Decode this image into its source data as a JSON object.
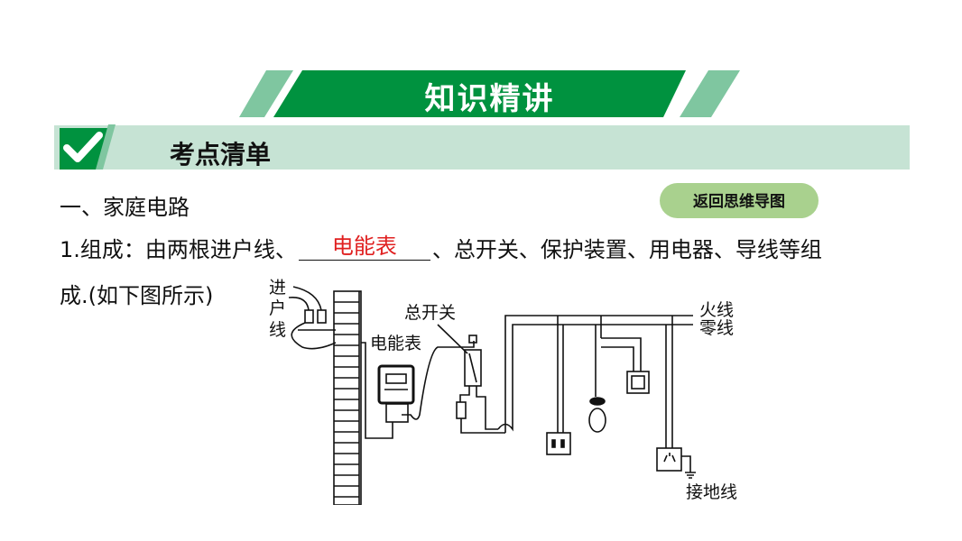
{
  "banner": {
    "title": "知识精讲"
  },
  "section": {
    "title": "考点清单"
  },
  "heading": "一、家庭电路",
  "back_button": "返回思维导图",
  "paragraph": {
    "prefix": "1.组成：由两根进户线、",
    "answer": "电能表",
    "suffix": "、总开关、保护装置、用电器、导线等组",
    "line2": "成.(如下图所示)"
  },
  "diagram": {
    "labels": {
      "service_wire_1": "进",
      "service_wire_2": "户",
      "service_wire_3": "线",
      "main_switch": "总开关",
      "meter": "电能表",
      "live_wire": "火线",
      "neutral_wire": "零线",
      "ground_wire": "接地线"
    }
  },
  "colors": {
    "banner_green": "#00923f",
    "banner_light": "#7fc6a0",
    "section_bg": "#c6e3d4",
    "button_bg": "#a9d18e",
    "answer_red": "#e02020"
  }
}
